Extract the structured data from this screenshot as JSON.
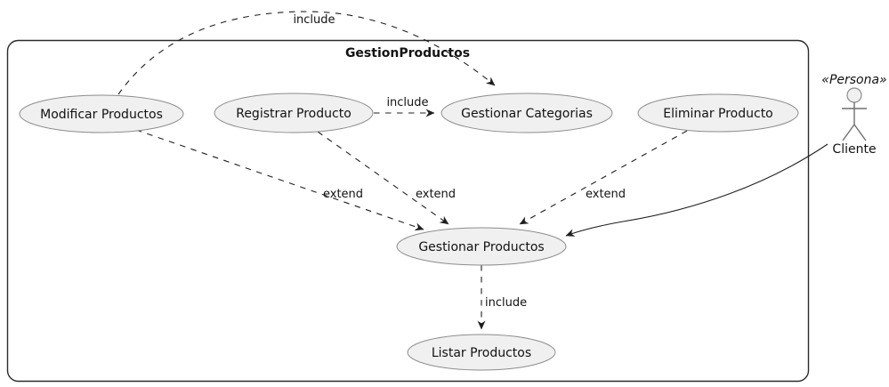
{
  "diagram": {
    "title": "GestionProductos",
    "usecases": [
      {
        "id": "modificar",
        "label": "Modificar Productos"
      },
      {
        "id": "registrar",
        "label": "Registrar Producto"
      },
      {
        "id": "categorias",
        "label": "Gestionar Categorias"
      },
      {
        "id": "eliminar",
        "label": "Eliminar Producto"
      },
      {
        "id": "gestionar",
        "label": "Gestionar Productos"
      },
      {
        "id": "listar",
        "label": "Listar Productos"
      }
    ],
    "actor": {
      "stereotype": "«Persona»",
      "name": "Cliente"
    },
    "edges": [
      {
        "from": "modificar",
        "to": "categorias",
        "label": "include",
        "style": "dashed"
      },
      {
        "from": "registrar",
        "to": "categorias",
        "label": "include",
        "style": "dashed"
      },
      {
        "from": "modificar",
        "to": "gestionar",
        "label": "extend",
        "style": "dashed"
      },
      {
        "from": "registrar",
        "to": "gestionar",
        "label": "extend",
        "style": "dashed"
      },
      {
        "from": "eliminar",
        "to": "gestionar",
        "label": "extend",
        "style": "dashed"
      },
      {
        "from": "cliente",
        "to": "gestionar",
        "label": "",
        "style": "solid"
      },
      {
        "from": "gestionar",
        "to": "listar",
        "label": "include",
        "style": "dashed"
      }
    ],
    "colors": {
      "usecase_fill": "#f0f0f0",
      "usecase_border": "#8c8c8c",
      "line": "#1f1f1f",
      "frame_border": "#2b2b2b",
      "background": "#ffffff",
      "text": "#121212"
    }
  }
}
